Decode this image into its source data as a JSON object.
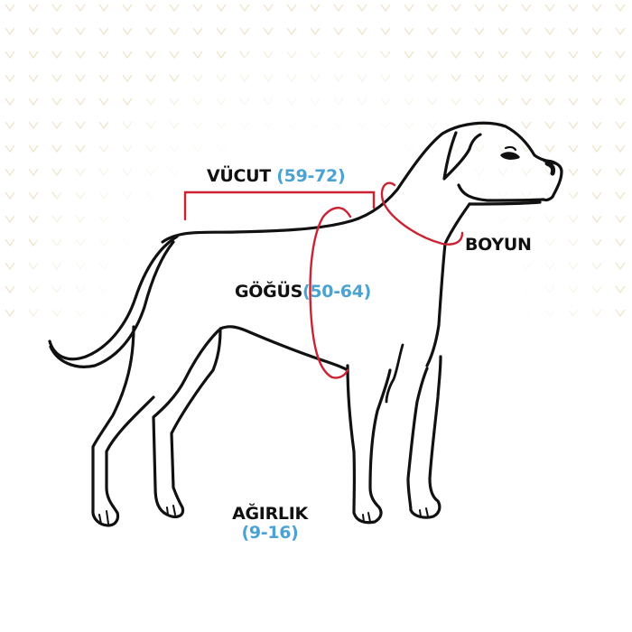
{
  "diagram": {
    "subject": "dog-measurement-guide",
    "colors": {
      "outline": "#111111",
      "measure": "#cc2233",
      "range_text": "#4aa3d4",
      "label_text": "#111111",
      "pattern": "#e8dcb8"
    },
    "measurements": [
      {
        "id": "body",
        "name": "VÜCUT",
        "range": "(59-72)"
      },
      {
        "id": "chest",
        "name": "GÖĞÜS",
        "range": "(50-64)"
      },
      {
        "id": "neck",
        "name": "BOYUN",
        "range": ""
      },
      {
        "id": "weight",
        "name": "AĞIRLIK",
        "range": "(9-16)"
      }
    ]
  }
}
